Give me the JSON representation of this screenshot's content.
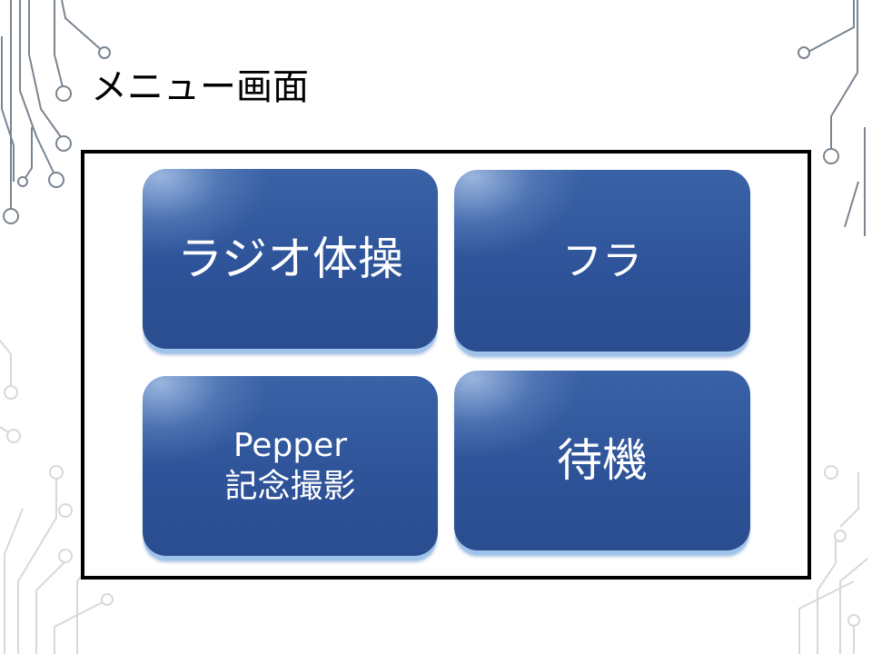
{
  "slide": {
    "title": "メニュー画面"
  },
  "menu": {
    "buttons": [
      {
        "lines": [
          "ラジオ体操"
        ]
      },
      {
        "lines": [
          "フラ"
        ]
      },
      {
        "lines": [
          "Pepper",
          "記念撮影"
        ]
      },
      {
        "lines": [
          "待機"
        ]
      }
    ]
  },
  "colors": {
    "button_fill": "#2e5399",
    "button_highlight": "#aac3e8",
    "button_underside": "#9fc3ea",
    "panel_border": "#000000",
    "circuit_dark": "#7a8590",
    "circuit_light": "#d5d9dd"
  }
}
